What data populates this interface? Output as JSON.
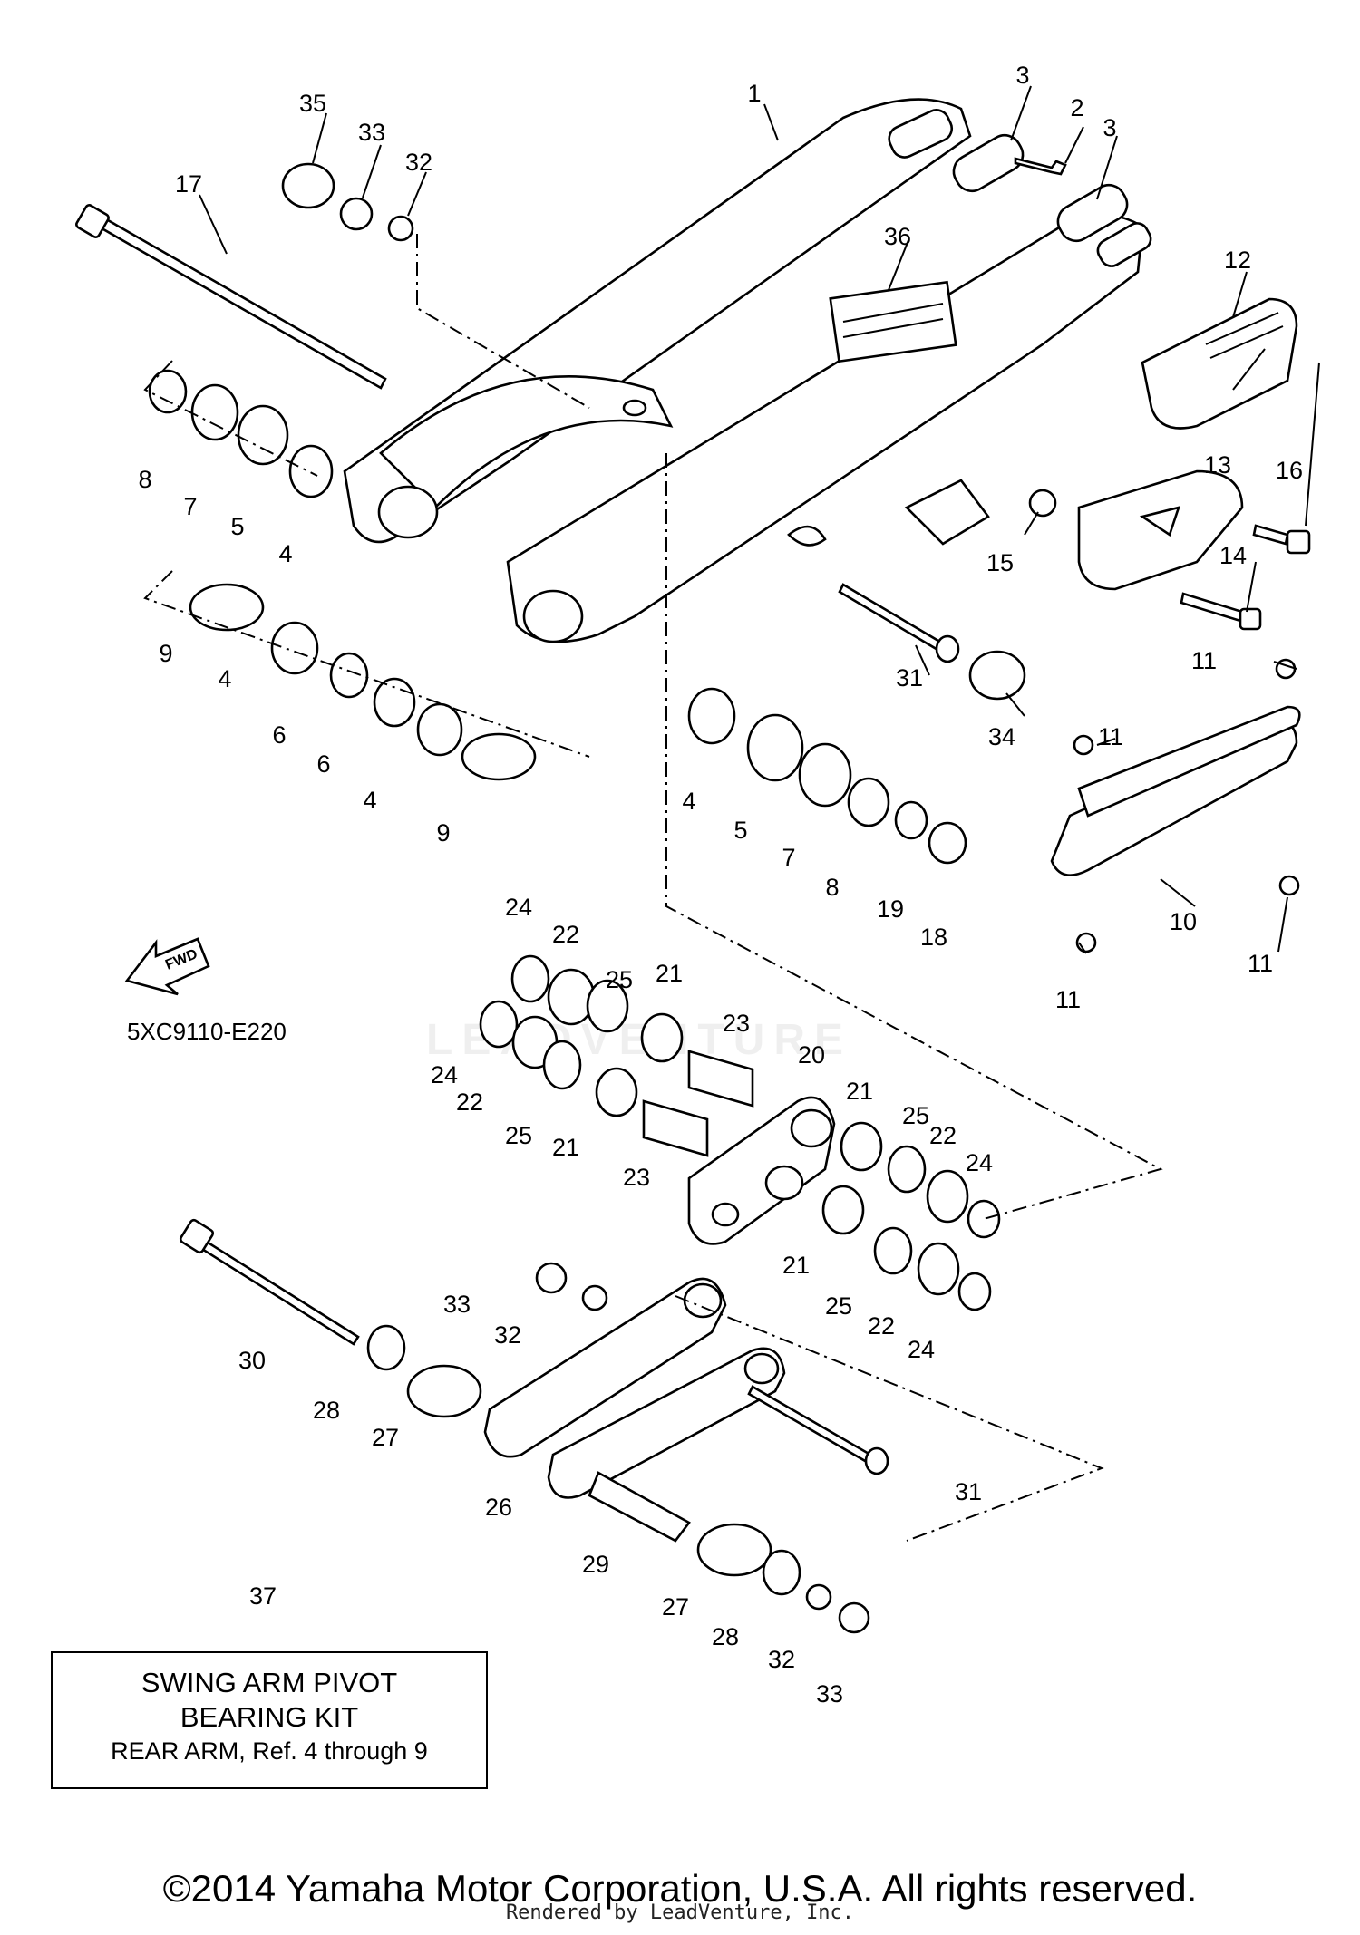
{
  "diagram": {
    "part_code": "5XC9110-E220",
    "fwd_label": "FWD",
    "callouts": [
      "1",
      "2",
      "3",
      "3",
      "35",
      "33",
      "32",
      "17",
      "36",
      "12",
      "8",
      "7",
      "5",
      "4",
      "13",
      "16",
      "15",
      "14",
      "9",
      "4",
      "6",
      "6",
      "4",
      "9",
      "31",
      "34",
      "11",
      "11",
      "4",
      "5",
      "7",
      "8",
      "19",
      "18",
      "10",
      "11",
      "11",
      "24",
      "22",
      "25",
      "21",
      "24",
      "22",
      "25",
      "21",
      "23",
      "23",
      "20",
      "21",
      "25",
      "22",
      "24",
      "21",
      "25",
      "22",
      "24",
      "33",
      "32",
      "30",
      "28",
      "27",
      "26",
      "31",
      "29",
      "27",
      "28",
      "32",
      "33",
      "37"
    ]
  },
  "kit_box": {
    "line1": "SWING ARM PIVOT",
    "line2": "BEARING KIT",
    "line3": "REAR ARM, Ref. 4 through 9"
  },
  "footer": {
    "copyright": "©2014 Yamaha Motor Corporation, U.S.A. All rights reserved.",
    "rendered_by": "Rendered by LeadVenture, Inc."
  },
  "watermark": "LEADVENTURE"
}
